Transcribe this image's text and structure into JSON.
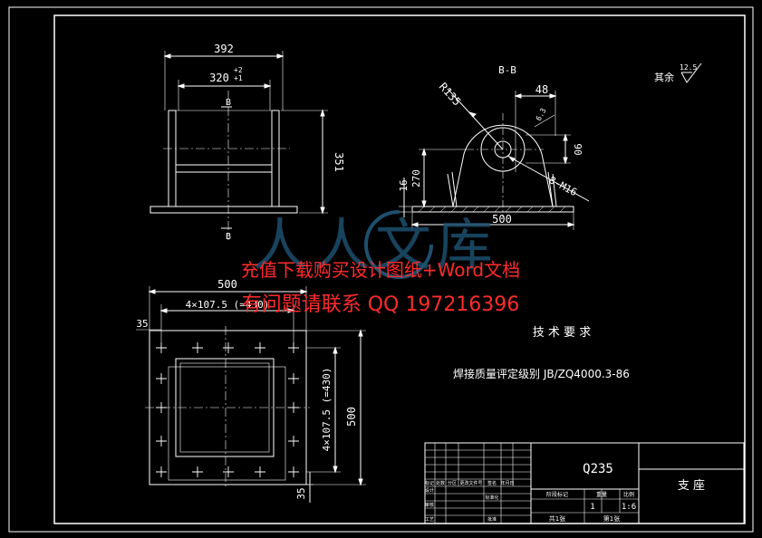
{
  "drawing": {
    "title": "支 座",
    "material": "Q235",
    "section_label": "B-B",
    "roughness": {
      "prefix": "其余",
      "value": "12.5"
    },
    "cut_marks": {
      "top": "B",
      "bottom": "B"
    },
    "dimensions": {
      "front_width": "392",
      "front_inner": "320",
      "front_tol_upper": "+2",
      "front_tol_lower": "+1",
      "front_height": "351",
      "section_radius": "R135",
      "section_offset": "48",
      "section_angle": "6.3",
      "section_height_small": "90",
      "section_height_total": "270",
      "section_plate": "16",
      "section_base": "500",
      "section_bolts": "8-M16",
      "plan_width": "500",
      "plan_pitch_h": "4×107.5 (=430)",
      "plan_pitch_v": "4×107.5 (=430)",
      "plan_height": "500",
      "plan_edge_left": "35",
      "plan_edge_bottom": "35"
    },
    "tech_requirements": {
      "heading": "技 术 要 求",
      "item": "焊接质量评定级别  JB/ZQ4000.3-86"
    },
    "title_block": {
      "scale": "1:6",
      "quantity": "1",
      "sheet_total": "共1张",
      "sheet_no": "第1张",
      "header_labels": [
        "阶段标记",
        "重量",
        "比例"
      ],
      "row_labels": [
        "标记",
        "设计",
        "审核",
        "工艺"
      ],
      "col_labels": [
        "处数",
        "分区",
        "更改文件号",
        "签名",
        "年月日"
      ],
      "std_label": "标准化",
      "approve_label": "批准"
    }
  },
  "watermark": {
    "logo_text": "人人文库",
    "line1": "充值下载购买设计图纸+Word文档",
    "line2": "有问题请联系  QQ 197216396"
  }
}
